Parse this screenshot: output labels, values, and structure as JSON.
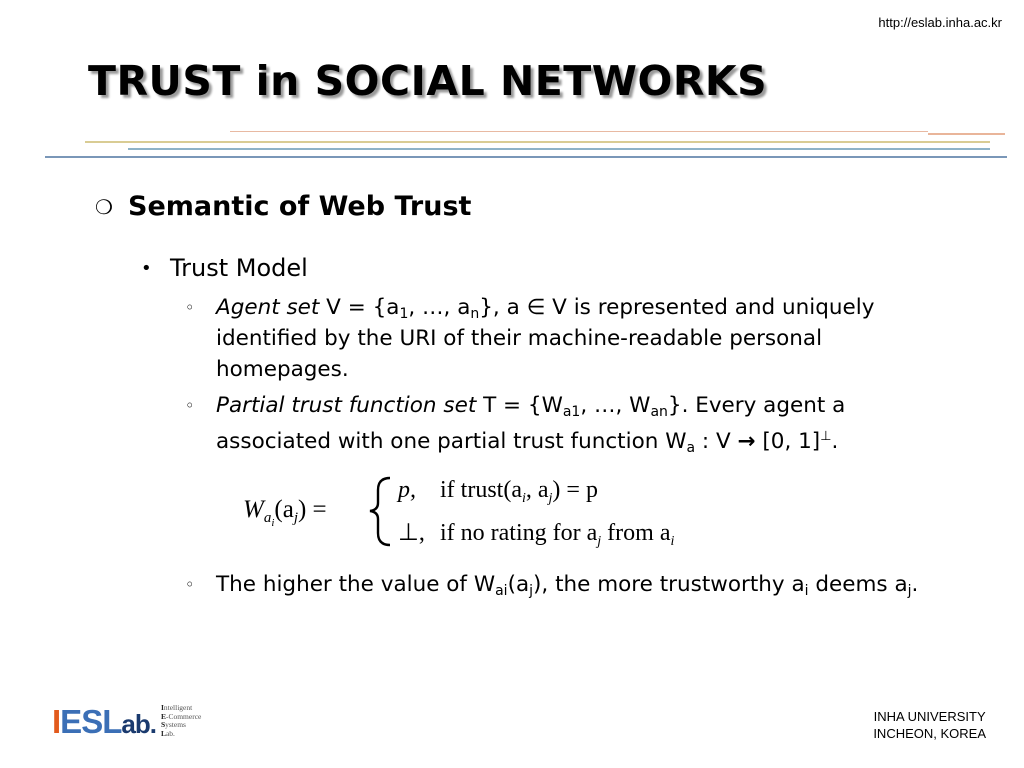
{
  "header": {
    "url": "http://eslab.inha.ac.kr",
    "title": "TRUST in SOCIAL NETWORKS"
  },
  "content": {
    "level1": {
      "bullet": "❍",
      "text": "Semantic of Web Trust"
    },
    "level2": {
      "bullet": "•",
      "text": "Trust Model"
    },
    "bullet_sub": "◦",
    "b1": {
      "lead": "Agent set",
      "p1": " V = {a",
      "s1": "1",
      "p2": ", …, a",
      "s2": "n",
      "p3": "}, a ∈ V is represented and uniquely identified by the URI of their machine-readable personal homepages."
    },
    "b2": {
      "lead": "Partial trust function set",
      "p1": " T = {W",
      "s1": "a1",
      "p2": ", …, W",
      "s2": "an",
      "p3": "}. Every agent a associated with one partial trust function W",
      "s3": "a",
      "p4": " : V ",
      "arrow": "→",
      "p5": " [0, 1]",
      "sup": "⊥",
      "p6": "."
    },
    "formula": {
      "lhs_w": "W",
      "lhs_sub": "a",
      "lhs_subsub": "i",
      "lhs_arg": "(a",
      "lhs_argsub": "j",
      "lhs_close": ") =",
      "case1_val": "p,",
      "case1_cond": "if trust(a",
      "case1_i": "i",
      "case1_mid": ", a",
      "case1_j": "j",
      "case1_end": ") = p",
      "case2_val": "⊥,",
      "case2_cond": "if no rating for a",
      "case2_j": "j",
      "case2_from": " from a",
      "case2_i": "i"
    },
    "b3": {
      "p1": "The higher the value of W",
      "s1": "ai",
      "p2": "(a",
      "s2": "j",
      "p3": "), the more trustworthy a",
      "s3": "i",
      "p4": " deems a",
      "s4": "j",
      "p5": "."
    }
  },
  "footer": {
    "line1": "INHA UNIVERSITY",
    "line2": "INCHEON, KOREA"
  },
  "logo": {
    "w1": "I",
    "w2": "E",
    "w3": "SL",
    "w4": "ab.",
    "tag1a": "I",
    "tag1b": "ntelligent",
    "tag2a": "E",
    "tag2b": "-Commerce",
    "tag3a": "S",
    "tag3b": "ystems",
    "tag4a": "L",
    "tag4b": "ab."
  },
  "colors": {
    "logo_orange": "#e25a1c",
    "logo_blue": "#3b6fb6",
    "logo_navy": "#1a3a6e"
  }
}
